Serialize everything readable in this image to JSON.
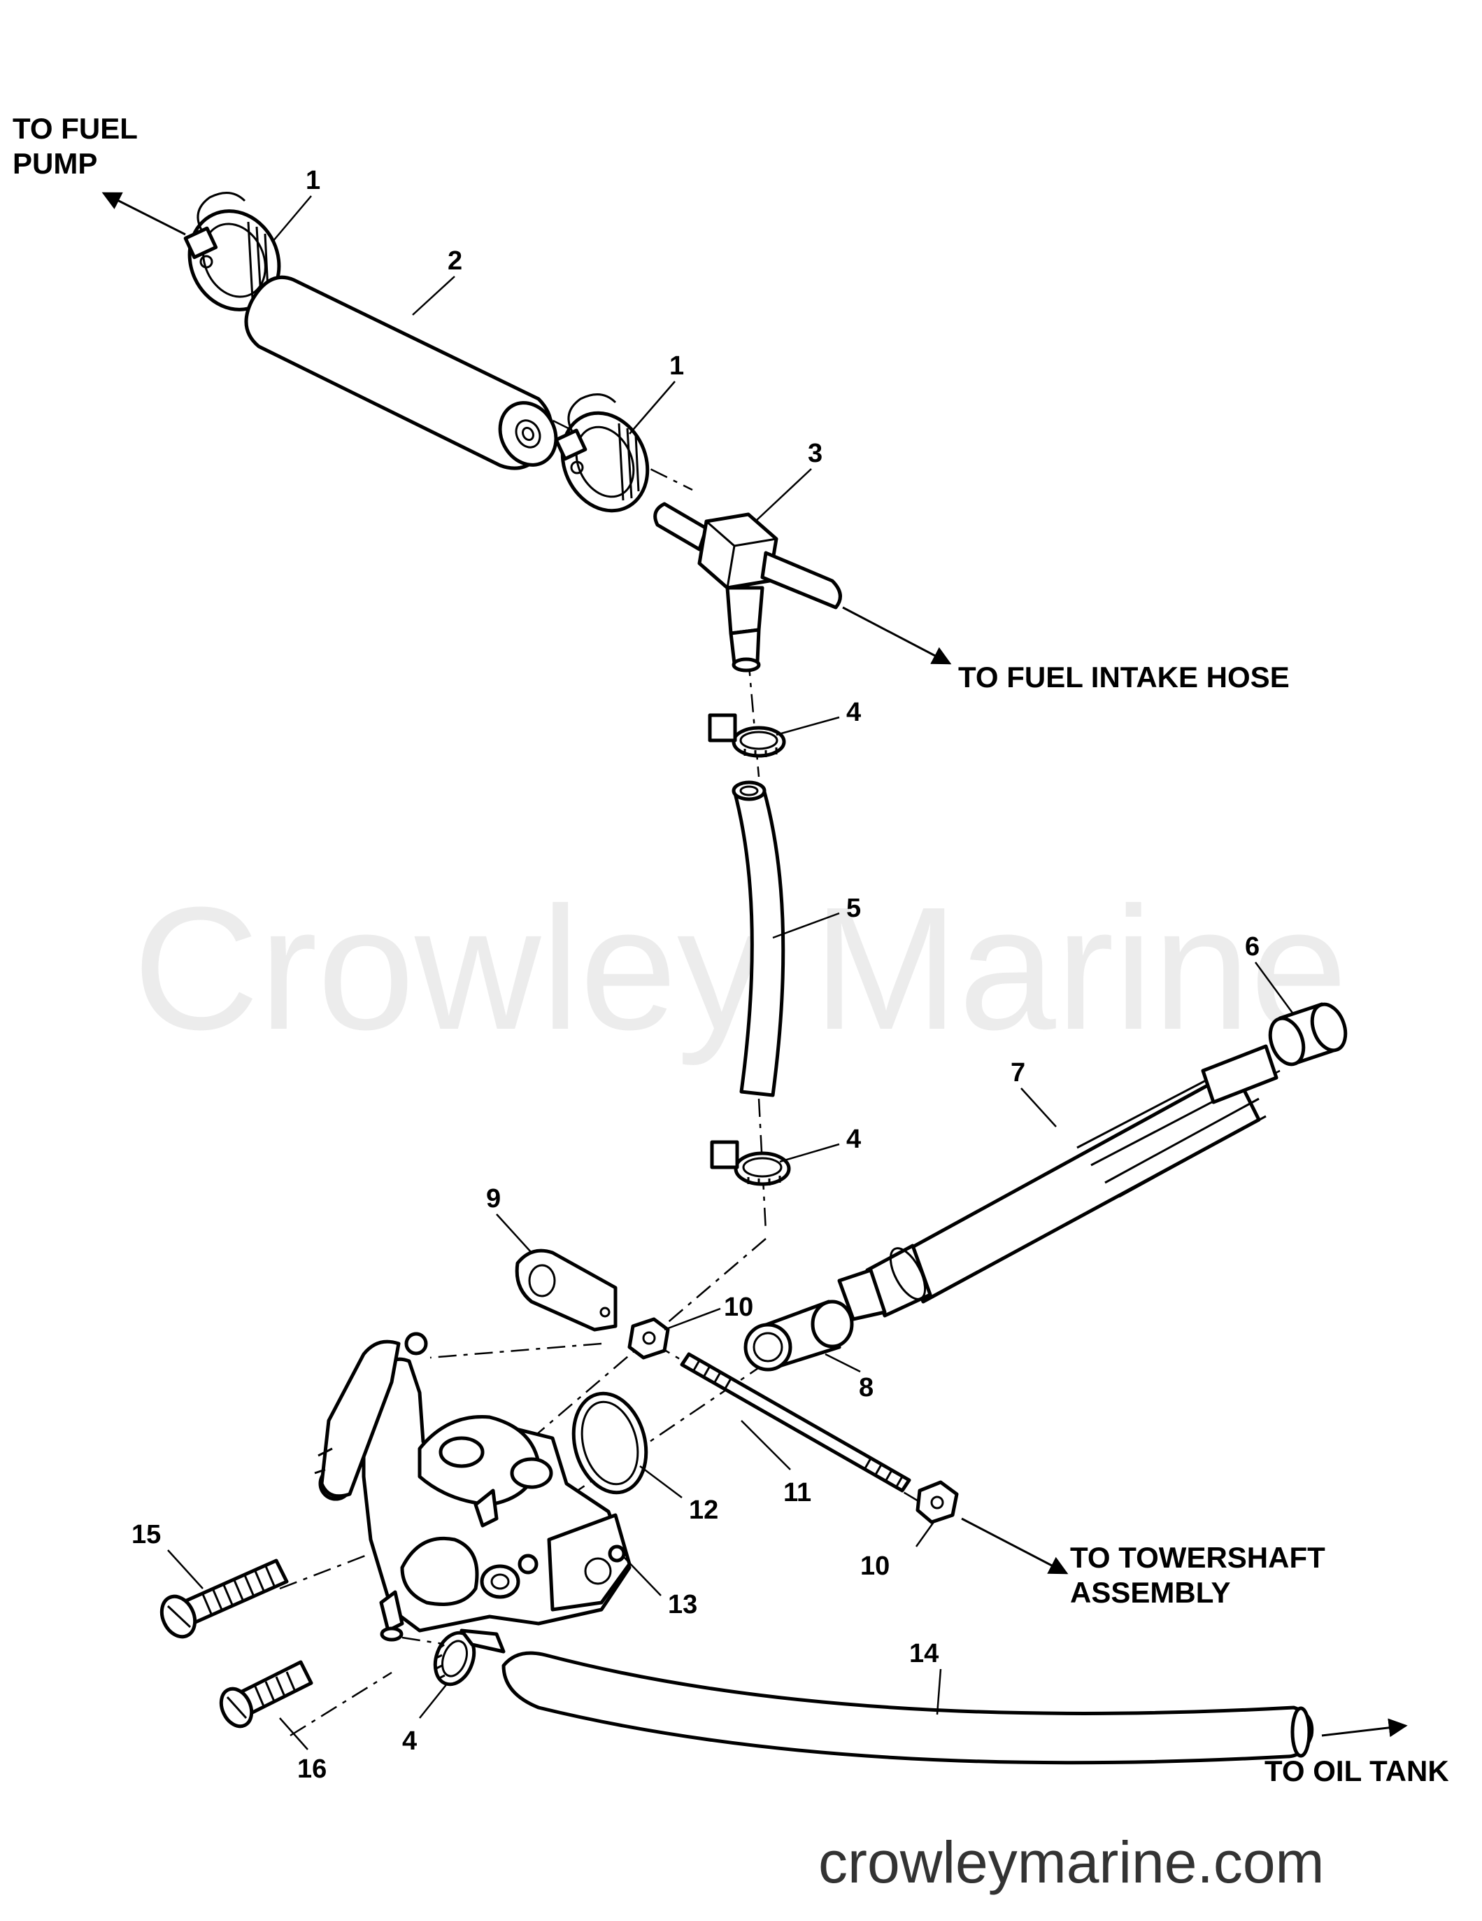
{
  "watermark": "Crowley Marine",
  "site_url": "crowleymarine.com",
  "destinations": {
    "fuel_pump_line1": "TO FUEL",
    "fuel_pump_line2": "PUMP",
    "fuel_intake": "TO FUEL INTAKE HOSE",
    "towershaft_line1": "TO TOWERSHAFT",
    "towershaft_line2": "ASSEMBLY",
    "oil_tank": "TO OIL TANK"
  },
  "callouts": {
    "c1a": "1",
    "c1b": "1",
    "c2": "2",
    "c3": "3",
    "c4a": "4",
    "c4b": "4",
    "c4c": "4",
    "c5": "5",
    "c6": "6",
    "c7": "7",
    "c8": "8",
    "c9": "9",
    "c10a": "10",
    "c10b": "10",
    "c11": "11",
    "c12": "12",
    "c13": "13",
    "c14": "14",
    "c15": "15",
    "c16": "16"
  },
  "icons": {
    "hose_clamp": "hose-clamp-icon",
    "tee_fitting": "tee-fitting-icon",
    "oil_pump": "oil-pump-icon",
    "drive_shaft": "drive-shaft-icon"
  },
  "colors": {
    "line": "#000000",
    "background": "#ffffff",
    "watermark": "#ececec",
    "site_text": "#333333"
  }
}
